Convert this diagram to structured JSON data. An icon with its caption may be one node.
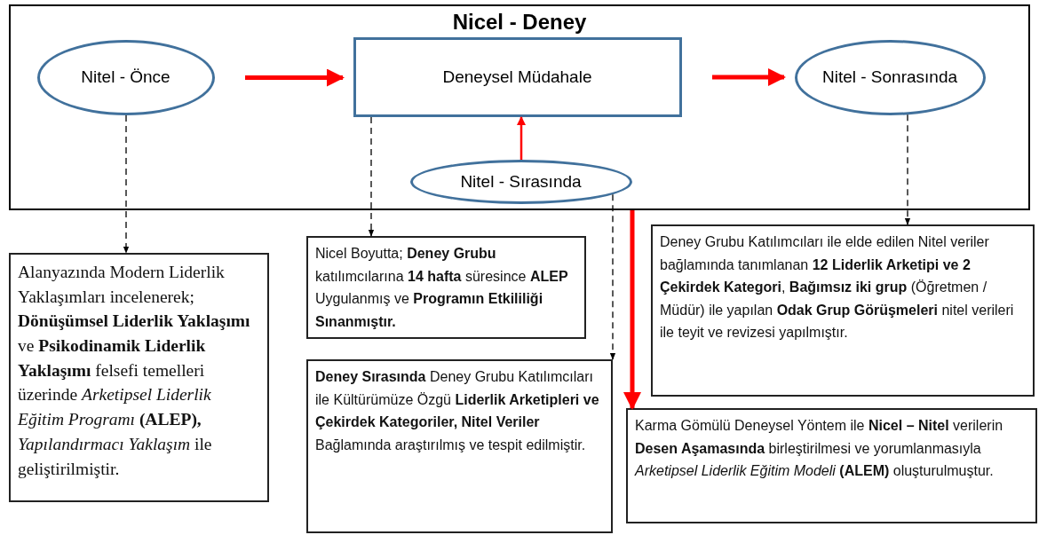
{
  "diagram": {
    "nodes": [
      {
        "text": [
          "Nicel - Deney"
        ]
      },
      {
        "text": [
          "Nitel - Önce"
        ],
        "in": 0
      },
      {
        "text": [
          "Deneysel Müdahale"
        ],
        "in": 0
      },
      {
        "text": [
          "Nitel - Sonrasında"
        ],
        "in": 0
      },
      {
        "text": [
          "Nitel - Sırasında"
        ],
        "in": 0
      },
      {
        "text": [
          "Alanyazında Modern Liderlik Yaklaşımları incelenerek; **Dönüşümsel Liderlik Yaklaşımı** ve **Psikodinamik Liderlik Yaklaşımı** felsefi temelleri üzerinde *Arketipsel Liderlik Eğitim Programı* **(ALEP),** *Yapılandırmacı Yaklaşım* ile geliştirilmiştir."
        ]
      },
      {
        "text": [
          "Nicel Boyutta; **Deney Grubu** katılımcılarına **14 hafta** süresince **ALEP** Uygulanmış ve **Programın Etkililiği Sınanmıştır.**"
        ]
      },
      {
        "text": [
          "**Deney Sırasında** Deney Grubu Katılımcıları ile Kültürümüze Özgü **Liderlik Arketipleri ve Çekirdek Kategoriler, Nitel Veriler** Bağlamında araştırılmış ve tespit edilmiştir."
        ]
      },
      {
        "text": [
          "Deney Grubu Katılımcıları ile elde edilen Nitel veriler bağlamında tanımlanan **12 Liderlik Arketipi ve 2 Çekirdek Kategori**, **Bağımsız iki grup** (Öğretmen / Müdür) ile yapılan **Odak Grup Görüşmeleri** nitel verileri ile teyit ve revizesi yapılmıştır."
        ]
      },
      {
        "text": [
          "Karma Gömülü Deneysel Yöntem ile **Nicel – Nitel** verilerin **Desen Aşamasında** birleştirilmesi ve yorumlanmasıyla *Arketipsel Liderlik Eğitim Modeli* **(ALEM)** oluşturulmuştur."
        ]
      }
    ],
    "edges": [
      {
        "from": 1,
        "to": 2,
        "arrow": "to",
        "style": "thick",
        "color": "#ff0000"
      },
      {
        "from": 2,
        "to": 3,
        "arrow": "to",
        "style": "thick",
        "color": "#ff0000"
      },
      {
        "from": 4,
        "to": 2,
        "arrow": "to",
        "color": "#ff0000"
      },
      {
        "from": 1,
        "to": 5,
        "arrow": "to",
        "style": "dashed",
        "color": "#000000"
      },
      {
        "from": 2,
        "to": 6,
        "arrow": "to",
        "style": "dashed",
        "color": "#000000"
      },
      {
        "from": 4,
        "to": 7,
        "arrow": "to",
        "style": "dashed",
        "color": "#000000"
      },
      {
        "from": 3,
        "to": 8,
        "arrow": "to",
        "style": "dashed",
        "color": "#000000"
      },
      {
        "from": 0,
        "to": 9,
        "arrow": "to",
        "style": "thick",
        "color": "#ff0000"
      }
    ]
  }
}
